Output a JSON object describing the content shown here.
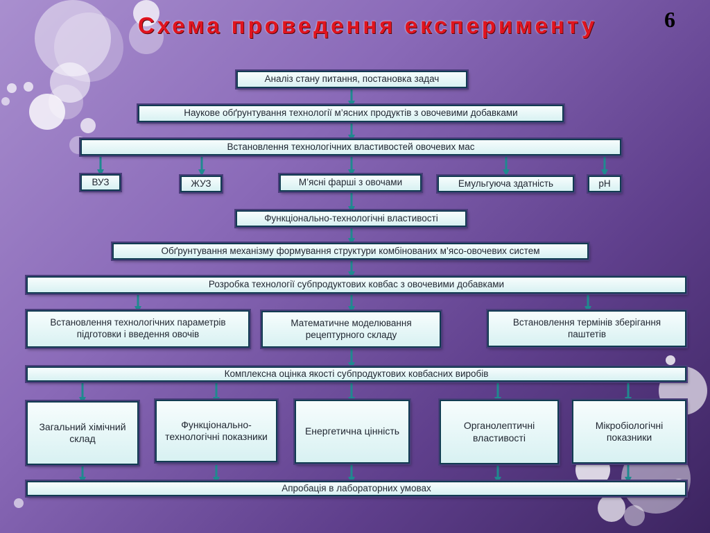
{
  "slide": {
    "title": "Схема проведення експерименту",
    "page_number": "6"
  },
  "boxes": {
    "b1": "Аналіз стану питання, постановка задач",
    "b2": "Наукове обґрунтування технології м’ясних продуктів з овочевими добавками",
    "b3": "Встановлення технологічних властивостей овочевих мас",
    "r1a": "ВУЗ",
    "r1b": "ЖУЗ",
    "r1c": "М’ясні фарші з овочами",
    "r1d": "Емульгуюча здатність",
    "r1e": "pH",
    "b4": "Функціонально-технологічні властивості",
    "b5": "Обґрунтування механізму формування структури комбінованих м’ясо-овочевих систем",
    "b6": "Розробка технології субпродуктових ковбас з овочевими добавками",
    "r2a": "Встановлення технологічних параметрів підготовки і введення овочів",
    "r2b": "Математичне  моделювання рецептурного складу",
    "r2c": "Встановлення термінів зберігання паштетів",
    "b7": "Комплексна оцінка якості субпродуктових ковбасних виробів",
    "r3a": "Загальний хімічний склад",
    "r3b": "Функціонально-технологічні показники",
    "r3c": "Енергетична цінність",
    "r3d": "Органолептичні властивості",
    "r3e": "Мікробіологічні показники",
    "b8": "Апробація в лабораторних умовах"
  },
  "colors": {
    "title": "#e0141f",
    "arrow": "#1f8a8f",
    "box_border": "#123c52"
  }
}
